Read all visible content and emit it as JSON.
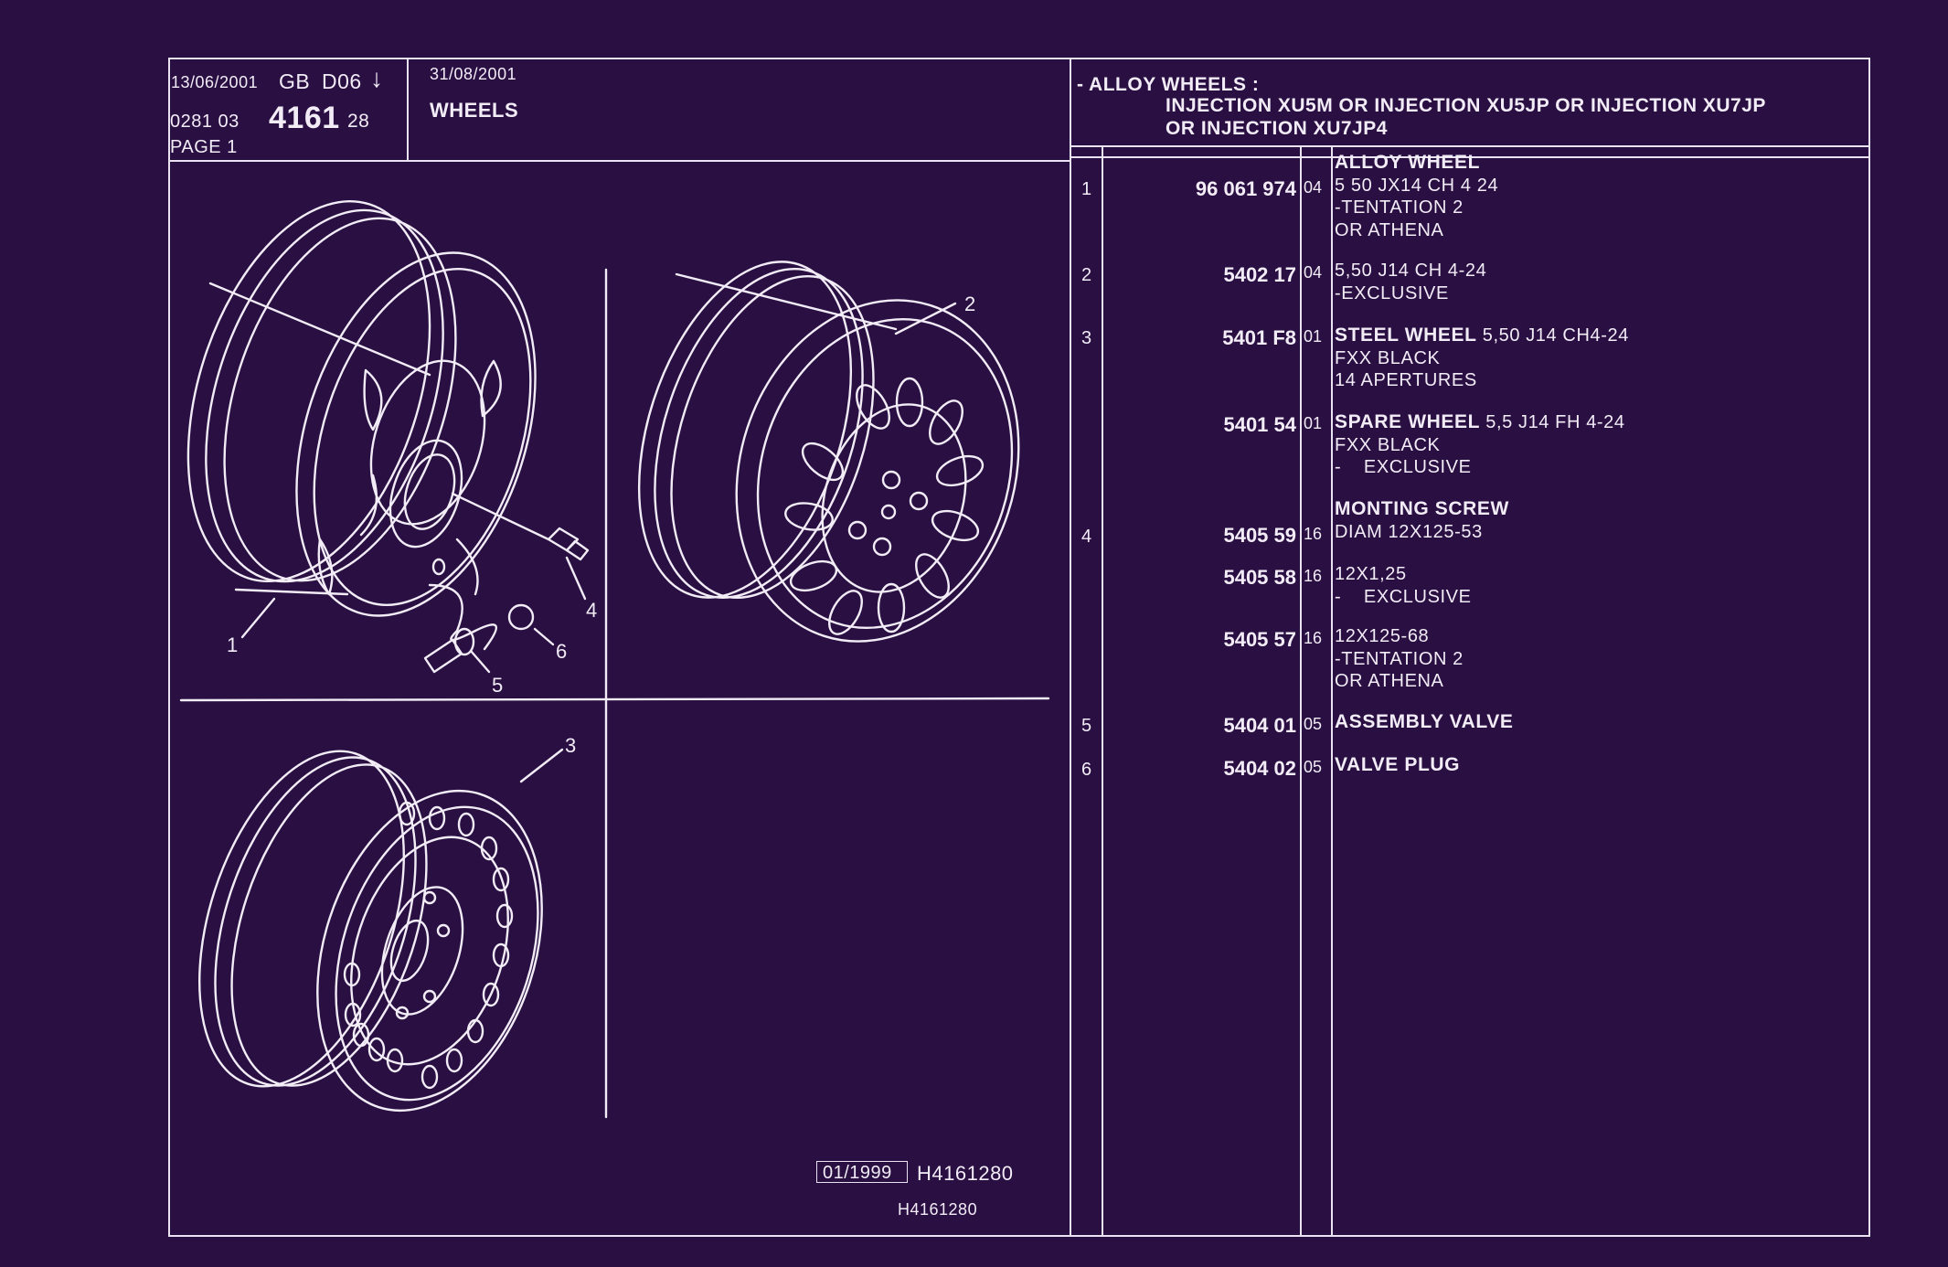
{
  "header": {
    "print_date": "13/06/2001",
    "lang": "GB",
    "code": "D06",
    "arrow": "↓",
    "ref_prefix": "0281 03",
    "ref_main": "4161",
    "ref_suffix": "28",
    "page": "PAGE 1",
    "valid_date": "31/08/2001",
    "section_title": "WHEELS"
  },
  "application": {
    "line1": "- ALLOY WHEELS :",
    "line2": "INJECTION XU5M OR  INJECTION XU5JP OR  INJECTION XU7JP",
    "line3": "OR  INJECTION XU7JP4"
  },
  "parts": [
    {
      "item": "1",
      "ref": "96 061 974",
      "qty": "04",
      "title": "ALLOY WHEEL",
      "title_extra": "",
      "lines": [
        "5 50 JX14 CH 4 24",
        "-TENTATION 2",
        "OR ATHENA"
      ]
    },
    {
      "item": "2",
      "ref": "5402 17",
      "qty": "04",
      "title": "",
      "title_extra": "",
      "lines": [
        "5,50 J14 CH 4-24",
        "-EXCLUSIVE"
      ]
    },
    {
      "item": "3",
      "ref": "5401 F8",
      "qty": "01",
      "title": "STEEL WHEEL",
      "title_extra": " 5,50 J14 CH4-24",
      "lines": [
        "FXX BLACK",
        "14 APERTURES"
      ]
    },
    {
      "item": "",
      "ref": "5401 54",
      "qty": "01",
      "title": "SPARE WHEEL",
      "title_extra": " 5,5 J14 FH 4-24",
      "lines": [
        "FXX BLACK",
        "-    EXCLUSIVE"
      ]
    },
    {
      "item": "",
      "ref": "",
      "qty": "",
      "title": "MONTING SCREW",
      "title_extra": "",
      "lines": []
    },
    {
      "item": "4",
      "ref": "5405 59",
      "qty": "16",
      "title": "",
      "title_extra": "",
      "lines": [
        "DIAM 12X125-53"
      ]
    },
    {
      "item": "",
      "ref": "5405 58",
      "qty": "16",
      "title": "",
      "title_extra": "",
      "lines": [
        "12X1,25",
        "-    EXCLUSIVE"
      ]
    },
    {
      "item": "",
      "ref": "5405 57",
      "qty": "16",
      "title": "",
      "title_extra": "",
      "lines": [
        "12X125-68",
        "-TENTATION 2",
        "OR ATHENA"
      ]
    },
    {
      "item": "5",
      "ref": "5404 01",
      "qty": "05",
      "title": "ASSEMBLY VALVE",
      "title_extra": "",
      "lines": []
    },
    {
      "item": "6",
      "ref": "5404 02",
      "qty": "05",
      "title": "VALVE PLUG",
      "title_extra": "",
      "lines": []
    }
  ],
  "illustration": {
    "callouts": [
      "1",
      "2",
      "3",
      "4",
      "5",
      "6"
    ]
  },
  "footer": {
    "edition": "01/1999",
    "drawing_ref": "H4161280",
    "drawing_ref_small": "H4161280"
  },
  "colors": {
    "background": "#2a0f42",
    "ink": "#f2ecf7"
  }
}
